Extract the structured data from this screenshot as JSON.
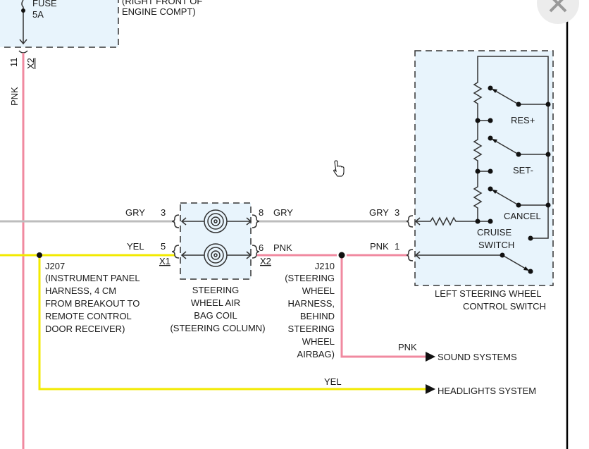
{
  "fuse_block": {
    "fuse_label": "FUSE",
    "fuse_rating": "5A",
    "location_line1": "(RIGHT FRONT OF",
    "location_line2": "ENGINE COMPT)",
    "pin": "11",
    "connector": "X2",
    "wire_color": "PNK"
  },
  "coil": {
    "left_gry_label": "GRY",
    "left_gry_pin": "3",
    "left_yel_label": "YEL",
    "left_yel_pin": "5",
    "left_connector": "X1",
    "right_gry_pin": "8",
    "right_gry_label": "GRY",
    "right_pnk_pin": "6",
    "right_pnk_label": "PNK",
    "right_connector": "X2",
    "caption": [
      "STEERING",
      "WHEEL AIR",
      "BAG COIL",
      "(STEERING COLUMN)"
    ]
  },
  "j207": {
    "lines": [
      "J207",
      "(INSTRUMENT PANEL",
      "HARNESS, 4 CM",
      "FROM BREAKOUT TO",
      "REMOTE CONTROL",
      "DOOR RECEIVER)"
    ]
  },
  "j210": {
    "lines": [
      "J210",
      "(STEERING",
      "WHEEL",
      "HARNESS,",
      "BEHIND",
      "STEERING",
      "WHEEL",
      "AIRBAG)"
    ]
  },
  "switch": {
    "gry_label": "GRY",
    "gry_pin": "3",
    "pnk_label": "PNK",
    "pnk_pin": "1",
    "res_plus": "RES+",
    "set_minus": "SET-",
    "cancel": "CANCEL",
    "cruise_line1": "CRUISE",
    "cruise_line2": "SWITCH",
    "caption_line1": "LEFT STEERING WHEEL",
    "caption_line2": "CONTROL SWITCH"
  },
  "outputs": {
    "sound_wire": "PNK",
    "sound_label": "SOUND SYSTEMS",
    "headlights_wire": "YEL",
    "headlights_label": "HEADLIGHTS SYSTEM"
  },
  "colors": {
    "gry": "#bdbdbd",
    "yel": "#f2ea00",
    "pnk": "#f08aa0",
    "box_fill": "#e8f4fc"
  },
  "icons": [
    "close-icon",
    "hand-cursor-icon",
    "clockspring-coil-icon",
    "resistor-icon",
    "arrow-right-icon"
  ]
}
